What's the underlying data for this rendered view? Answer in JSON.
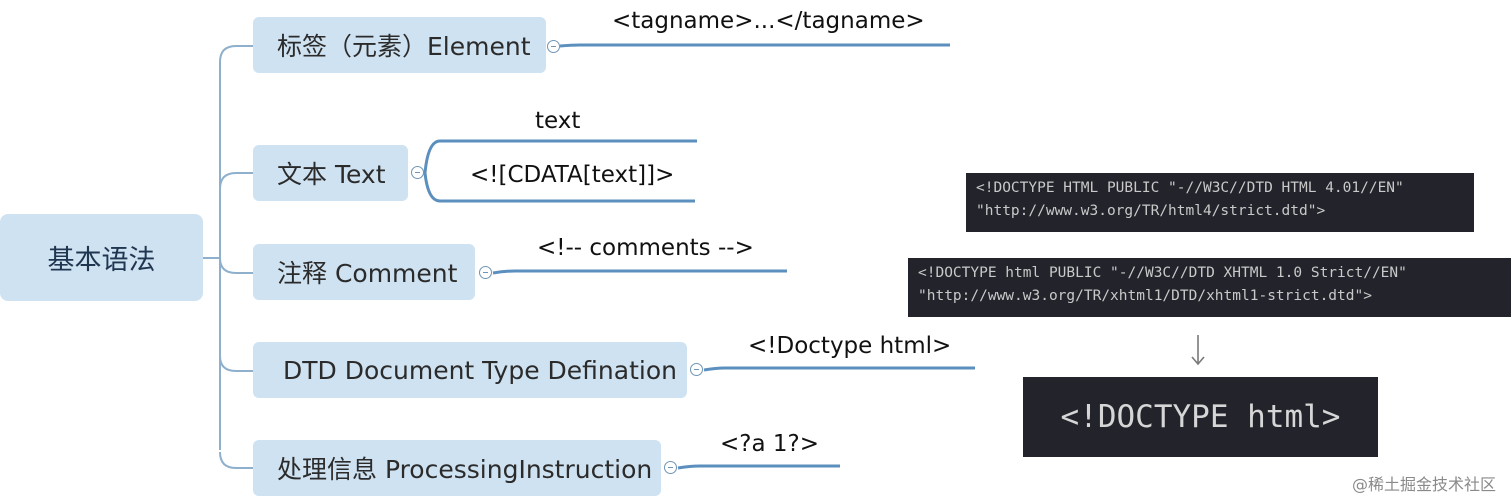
{
  "mindmap": {
    "root": "基本语法",
    "branches": [
      {
        "label": "标签（元素）Element",
        "leaves": [
          "<tagname>...</tagname>"
        ]
      },
      {
        "label": "文本 Text",
        "leaves": [
          "text",
          "<![CDATA[text]]>"
        ]
      },
      {
        "label": "注释 Comment",
        "leaves": [
          "<!-- comments -->"
        ]
      },
      {
        "label": "DTD Document Type Defination",
        "leaves": [
          "<!Doctype html>"
        ]
      },
      {
        "label": "处理信息 ProcessingInstruction",
        "leaves": [
          "<?a 1?>"
        ]
      }
    ]
  },
  "code_samples": {
    "html401": "<!DOCTYPE HTML PUBLIC \"-//W3C//DTD HTML 4.01//EN\"\n\"http://www.w3.org/TR/html4/strict.dtd\">",
    "xhtml": "<!DOCTYPE html PUBLIC \"-//W3C//DTD XHTML 1.0 Strict//EN\"\n\"http://www.w3.org/TR/xhtml1/DTD/xhtml1-strict.dtd\">",
    "arrow_icon": "down-arrow-icon",
    "html5": "<!DOCTYPE html>"
  },
  "watermark": "@稀土掘金技术社区",
  "colors": {
    "node_fill": "#cfe2f1",
    "connector": "#8fb0cc",
    "leaf_line": "#5b8fbe",
    "code_bg": "#22232b"
  }
}
